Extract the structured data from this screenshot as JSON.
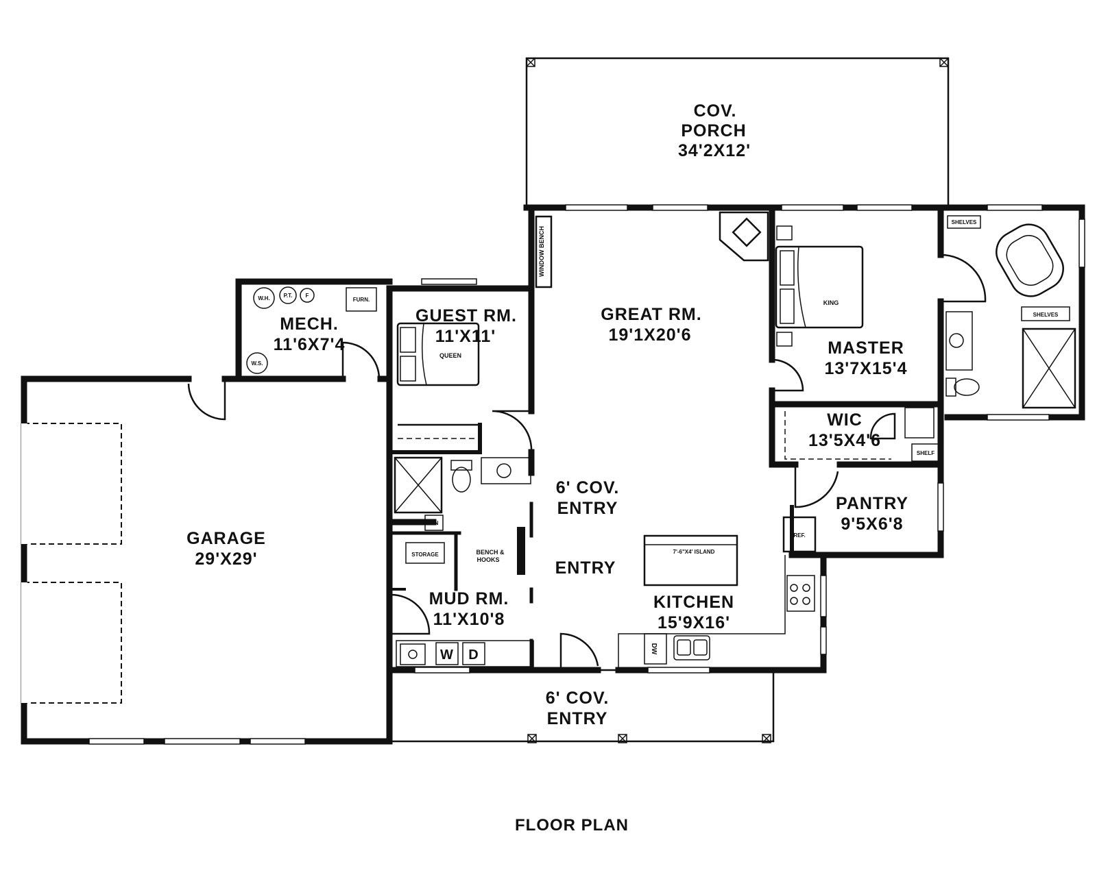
{
  "plan_title": "FLOOR PLAN",
  "rooms": {
    "porch": {
      "name_1": "COV.",
      "name_2": "PORCH",
      "size": "34'2X12'"
    },
    "great": {
      "name": "GREAT RM.",
      "size": "19'1X20'6"
    },
    "master": {
      "name": "MASTER",
      "size": "13'7X15'4"
    },
    "guest": {
      "name": "GUEST RM.",
      "size": "11'X11'"
    },
    "mech": {
      "name": "MECH.",
      "size": "11'6X7'4"
    },
    "garage": {
      "name": "GARAGE",
      "size": "29'X29'"
    },
    "wic": {
      "name": "WIC",
      "size": "13'5X4'6"
    },
    "pantry": {
      "name": "PANTRY",
      "size": "9'5X6'8"
    },
    "kitchen": {
      "name": "KITCHEN",
      "size": "15'9X16'"
    },
    "mud": {
      "name": "MUD RM.",
      "size": "11'X10'8"
    },
    "inner_entry": {
      "name_1": "6' COV.",
      "name_2": "ENTRY"
    },
    "entry": {
      "name": "ENTRY"
    },
    "front_entry": {
      "name_1": "6' COV.",
      "name_2": "ENTRY"
    }
  },
  "fixtures": {
    "window_bench": "WINDOW BENCH",
    "king": "KING",
    "queen": "QUEEN",
    "shelves_1": "SHELVES",
    "shelves_2": "SHELVES",
    "shelf": "SHELF",
    "wh": "W.H.",
    "pt": "P.T.",
    "f": "F",
    "ws": "W.S.",
    "furn": "FURN.",
    "lin": "LIN",
    "storage": "STORAGE",
    "bench_1": "BENCH &",
    "bench_2": "HOOKS",
    "island": "7'-6\"X4' ISLAND",
    "ref": "REF.",
    "dw": "DW",
    "washer": "W",
    "dryer": "D"
  }
}
